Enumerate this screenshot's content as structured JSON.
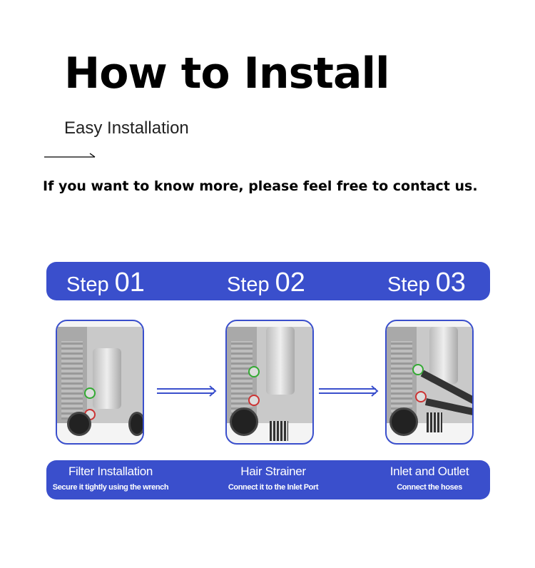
{
  "header": {
    "title": "How to Install",
    "subtitle": "Easy Installation",
    "contact_text": "If you want to know more, please feel free to contact us."
  },
  "steps": [
    {
      "word": "Step",
      "number": "01",
      "title": "Filter Installation",
      "description": "Secure it tightly using the wrench"
    },
    {
      "word": "Step",
      "number": "02",
      "title": "Hair Strainer",
      "description": "Connect it to the Inlet Port"
    },
    {
      "word": "Step",
      "number": "03",
      "title": "Inlet and Outlet",
      "description": "Connect the hoses"
    }
  ],
  "colors": {
    "accent": "#3a4fcc"
  }
}
